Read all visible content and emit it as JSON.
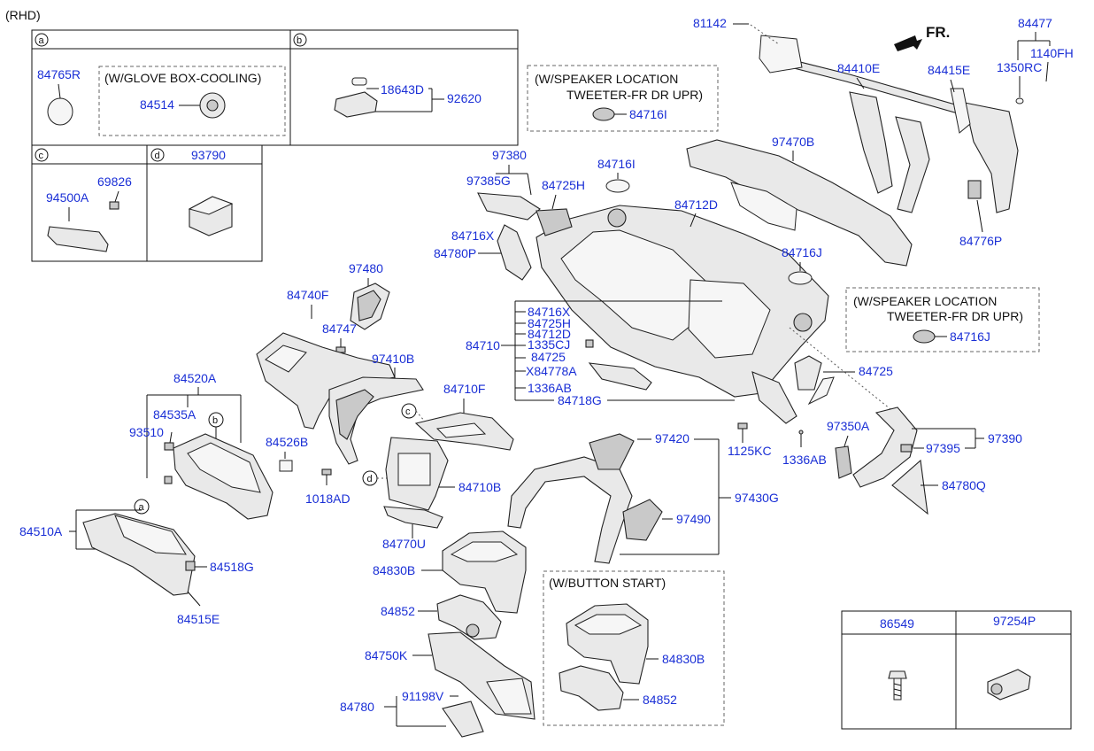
{
  "header": {
    "variant": "(RHD)",
    "front_marker": "FR."
  },
  "inset_boxes": {
    "a": {
      "letter": "a",
      "part": "84765R",
      "option_label": "(W/GLOVE BOX-COOLING)",
      "option_part": "84514"
    },
    "b": {
      "letter": "b",
      "parts": [
        "18643D",
        "92620"
      ]
    },
    "c": {
      "letter": "c",
      "parts": [
        "94500A",
        "69826"
      ]
    },
    "d": {
      "letter": "d",
      "part": "93790"
    }
  },
  "speaker_notes": {
    "top": {
      "line1": "(W/SPEAKER LOCATION",
      "line2": "TWEETER-FR DR UPR)",
      "part": "84716I"
    },
    "right": {
      "line1": "(W/SPEAKER LOCATION",
      "line2": "TWEETER-FR DR UPR)",
      "part": "84716J"
    }
  },
  "button_start": {
    "label": "(W/BUTTON START)",
    "parts": [
      "84830B",
      "84852"
    ]
  },
  "fastener_table": {
    "headers": [
      "86549",
      "97254P"
    ]
  },
  "group_84710": {
    "main": "84710",
    "items": [
      "84716X",
      "84725H",
      "84712D",
      "1335CJ",
      "84725",
      "X84778A",
      "1336AB",
      "84718G"
    ]
  },
  "callouts": {
    "p81142": "81142",
    "p84477": "84477",
    "p1140FH": "1140FH",
    "p1350RC": "1350RC",
    "p84410E": "84410E",
    "p84415E": "84415E",
    "p84776P": "84776P",
    "p97380": "97380",
    "p97385G": "97385G",
    "p84725H": "84725H",
    "p84716I": "84716I",
    "p84712D": "84712D",
    "p97470B": "97470B",
    "p84716X": "84716X",
    "p84780P": "84780P",
    "p84716J": "84716J",
    "p97480": "97480",
    "p84740F": "84740F",
    "p84747": "84747",
    "p97410B": "97410B",
    "p84725": "84725",
    "p84520A": "84520A",
    "p84535A": "84535A",
    "p93510": "93510",
    "p84526B": "84526B",
    "p84710F": "84710F",
    "p1018AD": "1018AD",
    "p84710B": "84710B",
    "p84770U": "84770U",
    "p84510A": "84510A",
    "p84518G": "84518G",
    "p84515E": "84515E",
    "p97420": "97420",
    "p97430G": "97430G",
    "p97490": "97490",
    "p1125KC": "1125KC",
    "p1336AB": "1336AB",
    "p97350A": "97350A",
    "p97390": "97390",
    "p97395": "97395",
    "p84780Q": "84780Q",
    "p84830B": "84830B",
    "p84852": "84852",
    "p84750K": "84750K",
    "p84780": "84780",
    "p91198V": "91198V"
  },
  "ref_letters": [
    "a",
    "b",
    "c",
    "d"
  ]
}
